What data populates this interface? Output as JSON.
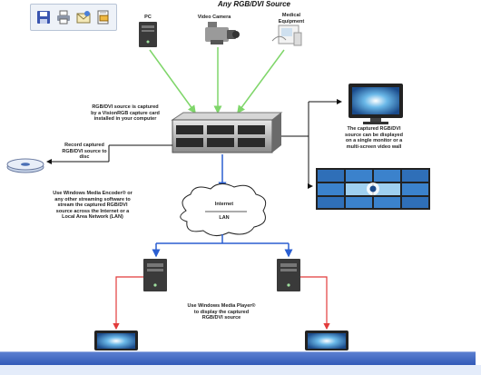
{
  "title": "Any RGB/DVI Source",
  "toolbar": {
    "buttons": [
      {
        "icon": "save-icon"
      },
      {
        "icon": "print-icon"
      },
      {
        "icon": "email-icon"
      },
      {
        "icon": "print-preview-icon"
      }
    ]
  },
  "sources": {
    "pc": "PC",
    "camera": "Video Camera",
    "medical_line1": "Medical",
    "medical_line2": "Equipment"
  },
  "capture": {
    "line1": "RGB/DVI source is captured",
    "line2": "by a VisionRGB capture card",
    "line3": "installed in your computer"
  },
  "record": {
    "line1": "Record captured",
    "line2": "RGB/DVI source to",
    "line3": "disc"
  },
  "display": {
    "line1": "The captured RGB/DVI",
    "line2": "source can be displayed",
    "line3": "on a single monitor or a",
    "line4": "multi-screen video wall"
  },
  "stream": {
    "line1": "Use Windows Media Encoder® or",
    "line2": "any other streaming software to",
    "line3": "stream the captured RGB/DVI",
    "line4": "source across the Internet or a",
    "line5": "Local Area Network (LAN)"
  },
  "cloud": {
    "internet": "Internet",
    "lan": "LAN"
  },
  "player": {
    "line1": "Use Windows Media Player® ",
    "line2": "to display the captured",
    "line3": "RGB/DVI source"
  },
  "colors": {
    "green_arrow": "#7fd66a",
    "blue_arrow": "#2b5fd1",
    "red_arrow": "#e23b3b",
    "black_line": "#111111",
    "bar": "#3a63c4"
  }
}
